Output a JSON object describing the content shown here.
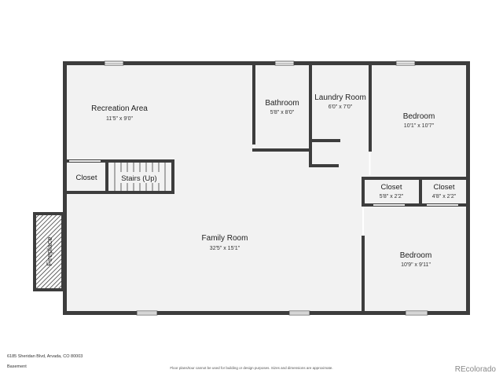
{
  "rooms": {
    "recreation": {
      "name": "Recreation Area",
      "dims": "11'5\" x 9'0\""
    },
    "bathroom": {
      "name": "Bathroom",
      "dims": "5'8\" x 8'0\""
    },
    "laundry": {
      "name": "Laundry Room",
      "dims": "6'0\" x 7'0\""
    },
    "bedroom1": {
      "name": "Bedroom",
      "dims": "10'1\" x 10'7\""
    },
    "closet_left": {
      "name": "Closet"
    },
    "stairs": {
      "name": "Stairs (Up)"
    },
    "closet_mid": {
      "name": "Closet",
      "dims": "5'8\" x 2'2\""
    },
    "closet_right": {
      "name": "Closet",
      "dims": "4'8\" x 2'2\""
    },
    "family": {
      "name": "Family Room",
      "dims": "32'5\" x 15'1\""
    },
    "bedroom2": {
      "name": "Bedroom",
      "dims": "10'9\" x 9'11\""
    },
    "fireplace": {
      "name": "Fireplace"
    }
  },
  "footer": {
    "address": "6185 Sheridan Blvd, Arvada, CO 80003",
    "level": "Basement",
    "disclaimer": "Floor plans/tour cannot be used for building or design purposes. Sizes and dimensions are approximate.",
    "brand": "REcolorado"
  },
  "colors": {
    "wall": "#3d3d3d",
    "floor": "#f2f2f2",
    "hatch": "#3d3d3d"
  },
  "icons": {
    "window": "window-icon",
    "door-opening": "door-opening-icon"
  }
}
